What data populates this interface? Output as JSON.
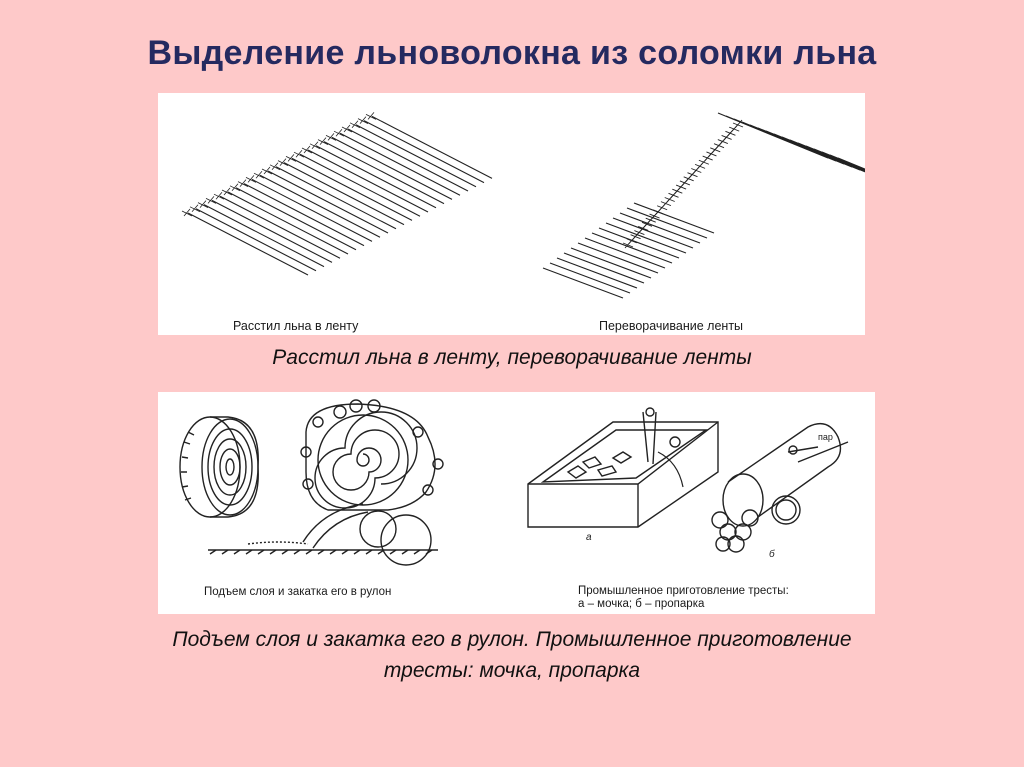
{
  "slide": {
    "title": "Выделение льноволокна из соломки льна"
  },
  "panel_top": {
    "label_left": "Расстил льна в ленту",
    "label_right": "Переворачивание ленты"
  },
  "caption_top": "Расстил льна в ленту, переворачивание ленты",
  "panel_bottom": {
    "label_left": "Подъем слоя и закатка его в рулон",
    "label_right_line1": "Промышленное приготовление тресты:",
    "label_right_line2": "а – мочка; б – пропарка",
    "letter_a": "а",
    "letter_b": "б",
    "steam_label": "пар"
  },
  "caption_bottom_line1": "Подъем слоя и закатка его в рулон. Промышленное приготовление",
  "caption_bottom_line2": "тресты: мочка, пропарка"
}
